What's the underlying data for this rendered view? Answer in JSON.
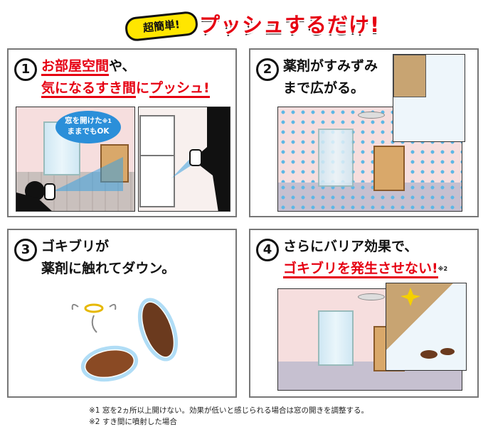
{
  "header": {
    "badge": "超簡単!",
    "headline": "プッシュするだけ!"
  },
  "panels": [
    {
      "number": "1",
      "line1_red": "お部屋空間",
      "line1_tail": "や、",
      "line2_red": "気になるすき間",
      "line2_mid": "に",
      "line2_red2": "プッシュ!",
      "bubble_line1": "窓を開けた",
      "bubble_mark": "※1",
      "bubble_line2": "ままでもOK"
    },
    {
      "number": "2",
      "line1": "薬剤がすみずみ",
      "line2": "まで広がる。"
    },
    {
      "number": "3",
      "line1": "ゴキブリが",
      "line2": "薬剤に触れてダウン。"
    },
    {
      "number": "4",
      "line1": "さらにバリア効果で、",
      "line2_red": "ゴキブリを発生させない!",
      "line2_mark": "※2"
    }
  ],
  "footnotes": [
    "※1 窓を2ヵ所以上開けない。効果が低いと感じられる場合は窓の開きを調整する。",
    "※2 すき間に噴射した場合"
  ],
  "colors": {
    "accent": "#e60012",
    "spray": "#5db7e6",
    "badge": "#ffe600"
  }
}
